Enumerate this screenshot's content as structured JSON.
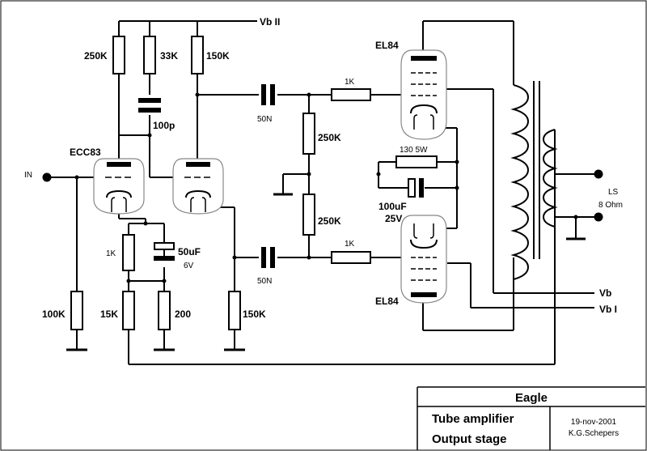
{
  "labels": {
    "vb_ii": "Vb II",
    "vb": "Vb",
    "vb_i": "Vb I",
    "input": "IN",
    "ecc83": "ECC83",
    "el84_top": "EL84",
    "el84_bottom": "EL84",
    "ls": "LS",
    "ls_ohm": "8 Ohm"
  },
  "components": {
    "r_250k_plate": "250K",
    "r_33k": "33K",
    "r_150k_plate": "150K",
    "c_100p": "100p",
    "c_50n_top": "50N",
    "c_50n_bottom": "50N",
    "r_1k_top": "1K",
    "r_1k_bottom": "1K",
    "r_250k_grid_top": "250K",
    "r_250k_grid_bottom": "250K",
    "r_130_5w": "130 5W",
    "c_100uf": "100uF",
    "c_100uf_v": "25V",
    "r_1k_cathode": "1K",
    "c_50uf": "50uF",
    "c_50uf_v": "6V",
    "r_100k": "100K",
    "r_15k": "15K",
    "r_200": "200",
    "r_150k_cathode": "150K"
  },
  "title_block": {
    "title": "Eagle",
    "line1": "Tube amplifier",
    "line2": "Output stage",
    "date": "19-nov-2001",
    "author": "K.G.Schepers"
  }
}
